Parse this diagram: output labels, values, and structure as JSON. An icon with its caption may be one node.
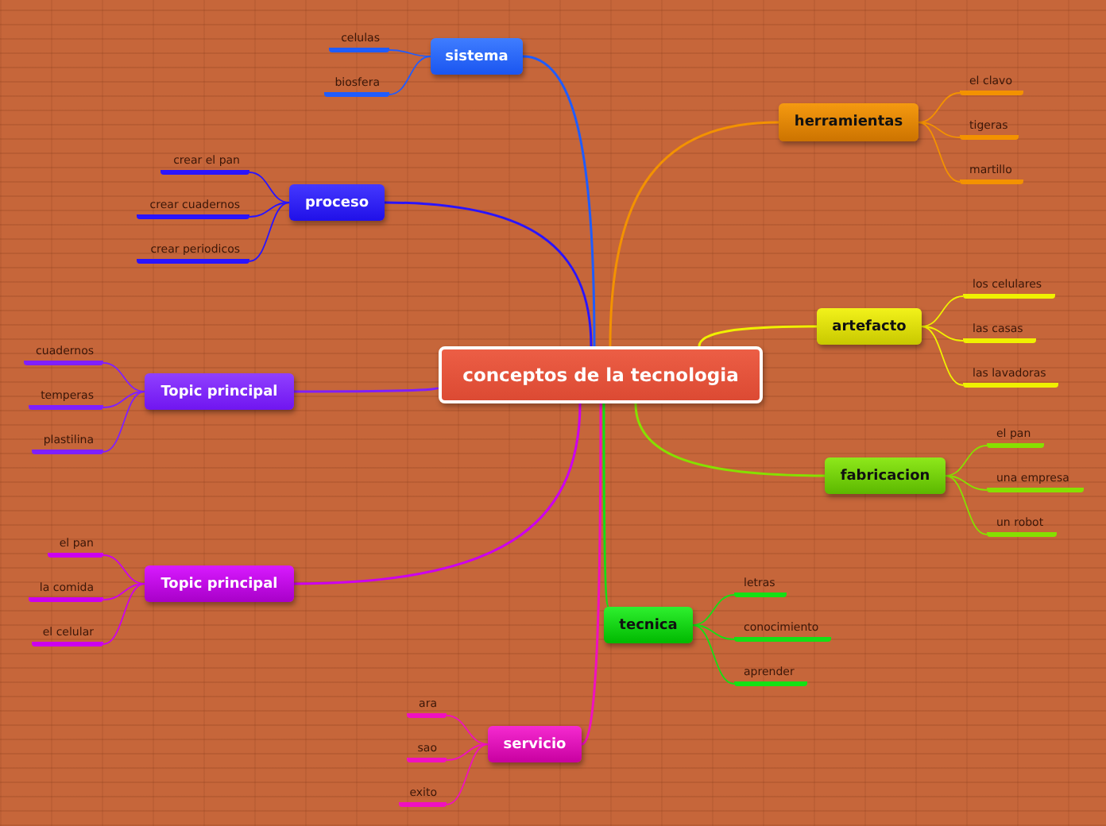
{
  "diagram": {
    "nodes": [
      {
        "text": [
          "conceptos de la tecnologia"
        ]
      },
      {
        "text": [
          "sistema"
        ]
      },
      {
        "text": [
          "celulas"
        ]
      },
      {
        "text": [
          "biosfera"
        ]
      },
      {
        "text": [
          "herramientas"
        ]
      },
      {
        "text": [
          "el clavo"
        ]
      },
      {
        "text": [
          "tigeras"
        ]
      },
      {
        "text": [
          "martillo"
        ]
      },
      {
        "text": [
          "proceso"
        ]
      },
      {
        "text": [
          "crear el pan"
        ]
      },
      {
        "text": [
          "crear cuadernos"
        ]
      },
      {
        "text": [
          "crear periodicos"
        ]
      },
      {
        "text": [
          "artefacto"
        ]
      },
      {
        "text": [
          "los celulares"
        ]
      },
      {
        "text": [
          "las casas"
        ]
      },
      {
        "text": [
          "las lavadoras"
        ]
      },
      {
        "text": [
          "Topic principal"
        ]
      },
      {
        "text": [
          "cuadernos"
        ]
      },
      {
        "text": [
          "temperas"
        ]
      },
      {
        "text": [
          "plastilina"
        ]
      },
      {
        "text": [
          "fabricacion"
        ]
      },
      {
        "text": [
          "el pan"
        ]
      },
      {
        "text": [
          "una empresa"
        ]
      },
      {
        "text": [
          "un robot"
        ]
      },
      {
        "text": [
          "Topic principal"
        ]
      },
      {
        "text": [
          "el pan"
        ]
      },
      {
        "text": [
          "la comida"
        ]
      },
      {
        "text": [
          "el celular"
        ]
      },
      {
        "text": [
          "tecnica"
        ]
      },
      {
        "text": [
          "letras"
        ]
      },
      {
        "text": [
          "conocimiento"
        ]
      },
      {
        "text": [
          "aprender"
        ]
      },
      {
        "text": [
          "servicio"
        ]
      },
      {
        "text": [
          "ara"
        ]
      },
      {
        "text": [
          "sao"
        ]
      },
      {
        "text": [
          "exito"
        ]
      }
    ],
    "edges": [
      {
        "from": 0,
        "to": 1,
        "arrow": "none",
        "color": "#1f5cff"
      },
      {
        "from": 1,
        "to": 2,
        "arrow": "none",
        "color": "#1f5cff"
      },
      {
        "from": 1,
        "to": 3,
        "arrow": "none",
        "color": "#1f5cff"
      },
      {
        "from": 0,
        "to": 4,
        "arrow": "none",
        "color": "#f39200"
      },
      {
        "from": 4,
        "to": 5,
        "arrow": "none",
        "color": "#f39200"
      },
      {
        "from": 4,
        "to": 6,
        "arrow": "none",
        "color": "#f39200"
      },
      {
        "from": 4,
        "to": 7,
        "arrow": "none",
        "color": "#f39200"
      },
      {
        "from": 0,
        "to": 8,
        "arrow": "none",
        "color": "#2a14ff"
      },
      {
        "from": 8,
        "to": 9,
        "arrow": "none",
        "color": "#2a14ff"
      },
      {
        "from": 8,
        "to": 10,
        "arrow": "none",
        "color": "#2a14ff"
      },
      {
        "from": 8,
        "to": 11,
        "arrow": "none",
        "color": "#2a14ff"
      },
      {
        "from": 0,
        "to": 12,
        "arrow": "none",
        "color": "#f0f000"
      },
      {
        "from": 12,
        "to": 13,
        "arrow": "none",
        "color": "#f0f000"
      },
      {
        "from": 12,
        "to": 14,
        "arrow": "none",
        "color": "#f0f000"
      },
      {
        "from": 12,
        "to": 15,
        "arrow": "none",
        "color": "#f0f000"
      },
      {
        "from": 0,
        "to": 16,
        "arrow": "none",
        "color": "#7f1fff"
      },
      {
        "from": 16,
        "to": 17,
        "arrow": "none",
        "color": "#7f1fff"
      },
      {
        "from": 16,
        "to": 18,
        "arrow": "none",
        "color": "#7f1fff"
      },
      {
        "from": 16,
        "to": 19,
        "arrow": "none",
        "color": "#7f1fff"
      },
      {
        "from": 0,
        "to": 20,
        "arrow": "none",
        "color": "#86e000"
      },
      {
        "from": 20,
        "to": 21,
        "arrow": "none",
        "color": "#86e000"
      },
      {
        "from": 20,
        "to": 22,
        "arrow": "none",
        "color": "#86e000"
      },
      {
        "from": 20,
        "to": 23,
        "arrow": "none",
        "color": "#86e000"
      },
      {
        "from": 0,
        "to": 24,
        "arrow": "none",
        "color": "#cc00ee"
      },
      {
        "from": 24,
        "to": 25,
        "arrow": "none",
        "color": "#cc00ee"
      },
      {
        "from": 24,
        "to": 26,
        "arrow": "none",
        "color": "#cc00ee"
      },
      {
        "from": 24,
        "to": 27,
        "arrow": "none",
        "color": "#cc00ee"
      },
      {
        "from": 0,
        "to": 28,
        "arrow": "none",
        "color": "#14e014"
      },
      {
        "from": 28,
        "to": 29,
        "arrow": "none",
        "color": "#14e014"
      },
      {
        "from": 28,
        "to": 30,
        "arrow": "none",
        "color": "#14e014"
      },
      {
        "from": 28,
        "to": 31,
        "arrow": "none",
        "color": "#14e014"
      },
      {
        "from": 0,
        "to": 32,
        "arrow": "none",
        "color": "#f010c0"
      },
      {
        "from": 32,
        "to": 33,
        "arrow": "none",
        "color": "#f010c0"
      },
      {
        "from": 32,
        "to": 34,
        "arrow": "none",
        "color": "#f010c0"
      },
      {
        "from": 32,
        "to": 35,
        "arrow": "none",
        "color": "#f010c0"
      }
    ]
  }
}
